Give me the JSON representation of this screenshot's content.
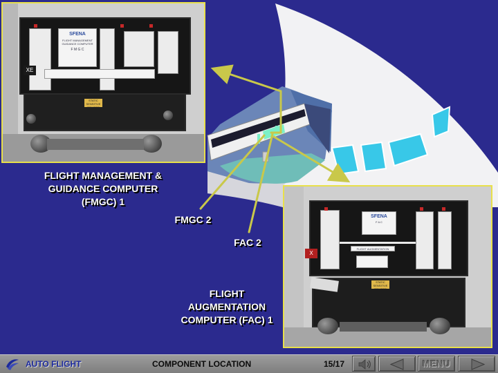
{
  "labels": {
    "fmgc1": [
      "FLIGHT MANAGEMENT &",
      "GUIDANCE COMPUTER",
      "(FMGC) 1"
    ],
    "fmgc2": "FMGC 2",
    "fac2": "FAC 2",
    "fac1": [
      "FLIGHT",
      "AUGMENTATION",
      "COMPUTER (FAC) 1"
    ]
  },
  "photos": {
    "fmgc": {
      "brand": "SFENA",
      "card_title": "FLIGHT MANAGEMENT GUIDANCE COMPUTER",
      "unit_code": "F M G C",
      "side_tag": "XE",
      "warning": "STATIC SENSITIVE DEVICES"
    },
    "fac": {
      "brand": "SFENA",
      "card_title": "FLIGHT AUGMENTATION COMPUTER",
      "unit_code": "F A C",
      "side_tag": "X",
      "warning": "STATIC SENSITIVE DEVICES"
    }
  },
  "colors": {
    "background": "#2b2a8e",
    "frame": "#e8e04a",
    "leader_line": "#c9c84a",
    "cockpit_window": "#38c8e8",
    "label_text": "#ffffff",
    "nav_section": "#1c2a9c"
  },
  "navbar": {
    "section": "AUTO FLIGHT",
    "topic": "COMPONENT LOCATION",
    "page": "15/17",
    "menu_label": "MENU",
    "icons": {
      "logo": "airline-logo-icon",
      "sound": "speaker-icon",
      "prev": "triangle-left-icon",
      "next": "triangle-right-icon"
    }
  }
}
